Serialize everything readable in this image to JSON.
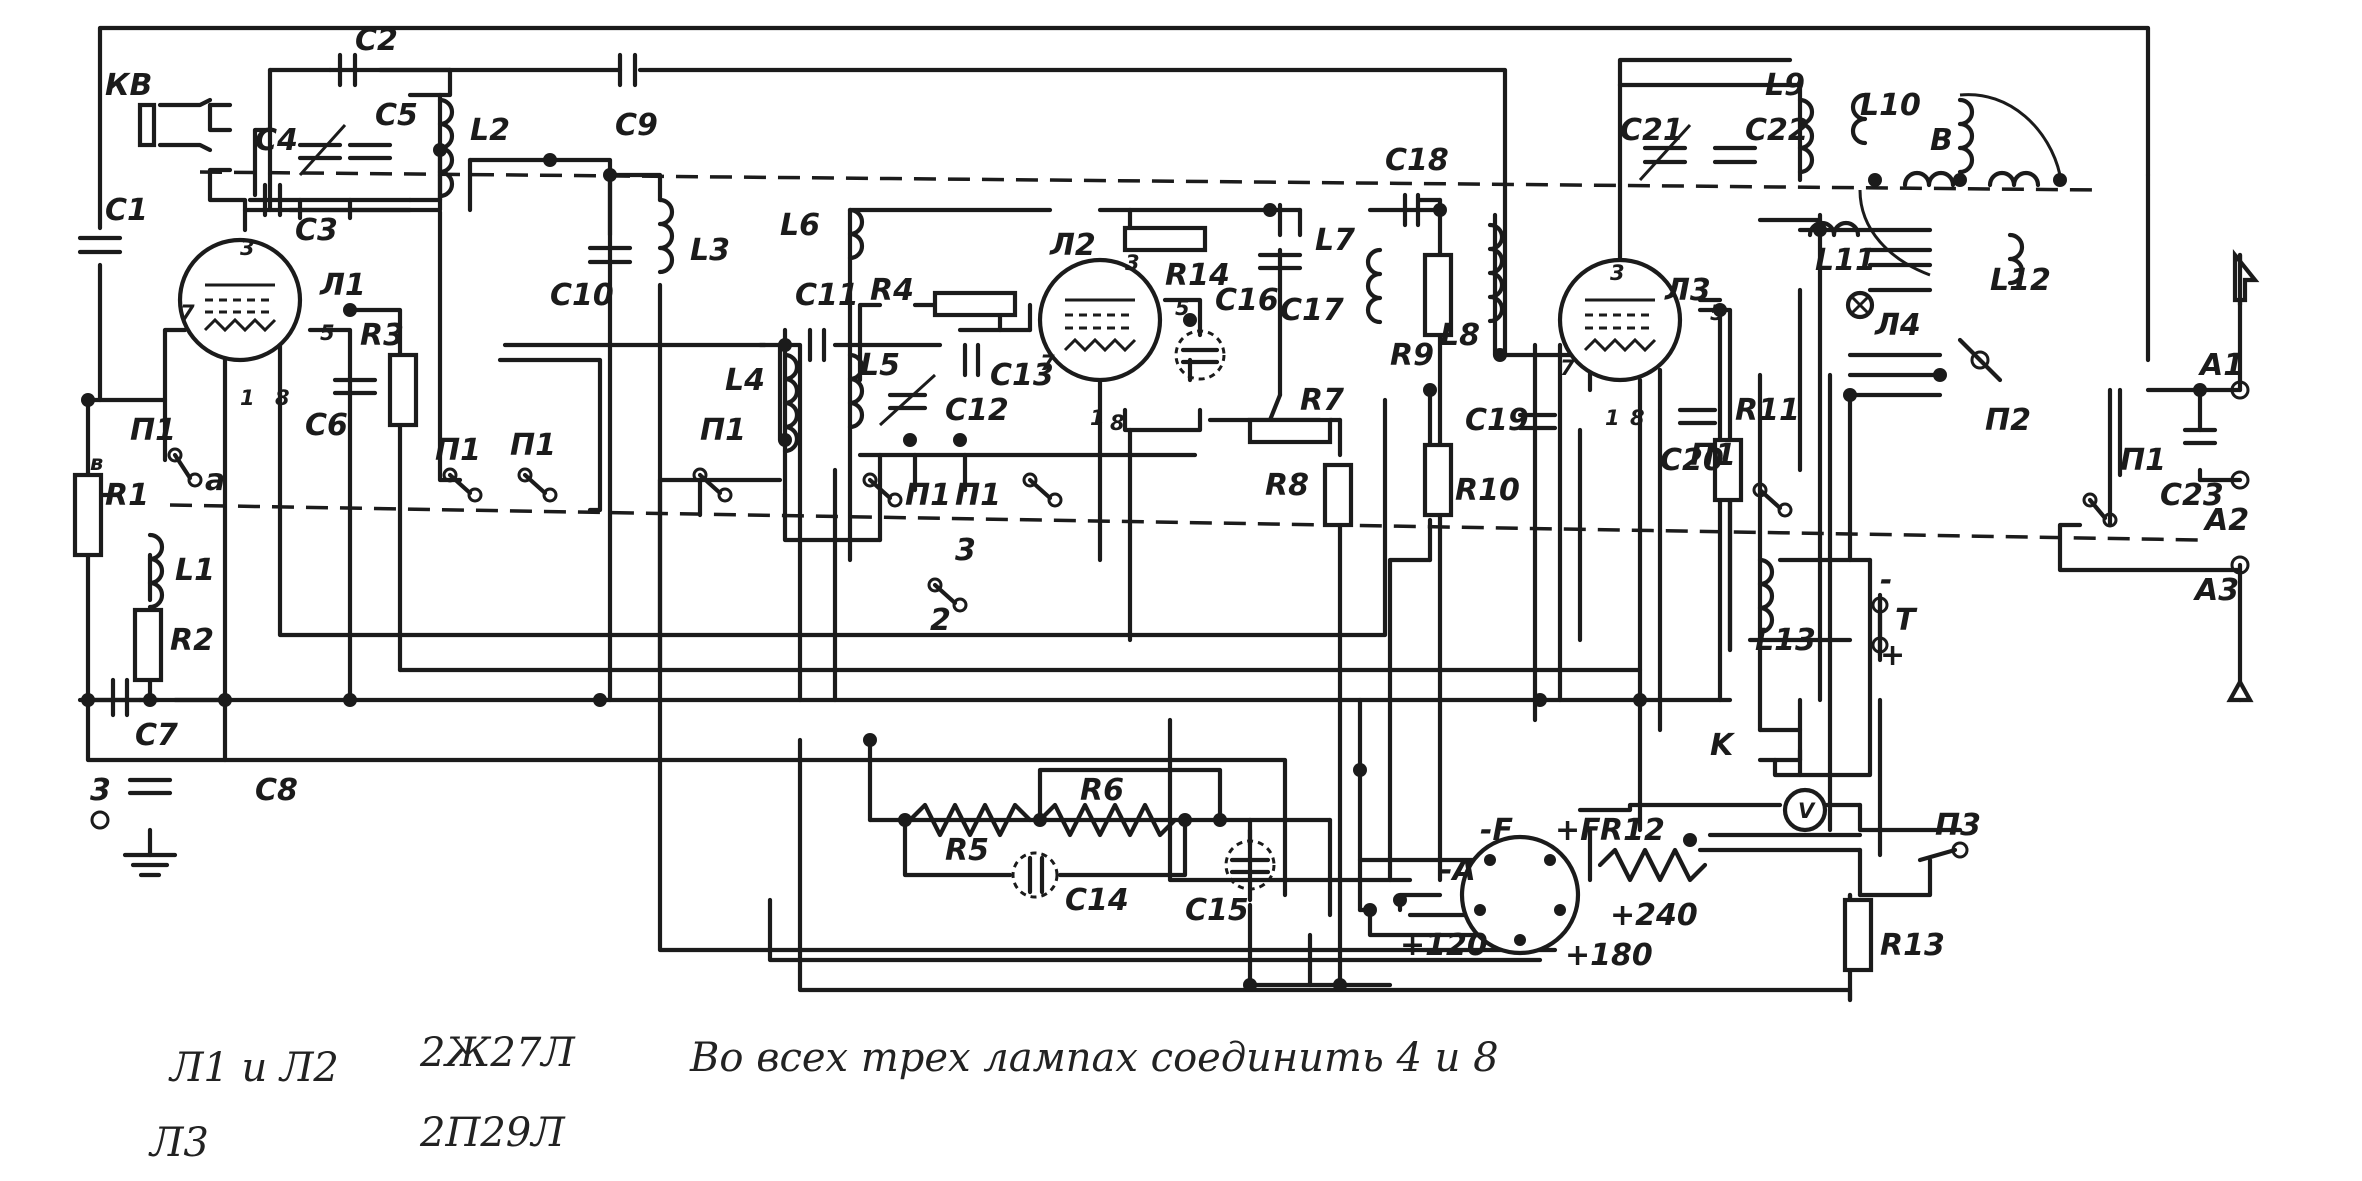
{
  "diagram": {
    "type": "radio receiver circuit schematic",
    "ink_color": "#1b1b1b",
    "paper_color": "#ffffff",
    "labels": {
      "kv": "КВ",
      "C1": "C1",
      "C2": "C2",
      "C3": "C3",
      "C4": "C4",
      "C5": "C5",
      "C6": "C6",
      "C7": "C7",
      "C8": "C8",
      "C9": "C9",
      "C10": "C10",
      "C11": "C11",
      "C12": "C12",
      "C13": "C13",
      "C14": "C14",
      "C15": "C15",
      "C16": "C16",
      "C17": "C17",
      "C18": "C18",
      "C19": "C19",
      "C20": "C20",
      "C21": "C21",
      "C22": "C22",
      "C23": "C23",
      "L1": "L1",
      "L2": "L2",
      "L3": "L3",
      "L4": "L4",
      "L5": "L5",
      "L6": "L6",
      "L7": "L7",
      "L8": "L8",
      "L9": "L9",
      "L10": "L10",
      "L11": "L11",
      "L12": "L12",
      "L13": "L13",
      "R1": "R1",
      "R2": "R2",
      "R3": "R3",
      "R4": "R4",
      "R5": "R5",
      "R6": "R6",
      "R7": "R7",
      "R8": "R8",
      "R9": "R9",
      "R10": "R10",
      "R11": "R11",
      "R12": "R12",
      "R13": "R13",
      "R14": "R14",
      "lamp1": "Л1",
      "lamp2": "Л2",
      "lamp3": "Л3",
      "lamp4": "Л4",
      "sw1": "П1",
      "sw2": "П2",
      "sw3": "П3",
      "B": "B",
      "T": "T",
      "K": "K",
      "V": "V",
      "A1": "A1",
      "A2": "A2",
      "A3": "A3",
      "ground": "3",
      "pin_a": "a",
      "pin_b": "в",
      "pos2": "2",
      "pos3": "3",
      "pin1": "1",
      "pin3": "3",
      "pin5": "5",
      "pin7": "7",
      "pin8": "8",
      "minus": "-",
      "plus": "+",
      "F_minus": "-F",
      "F_plus": "+F",
      "A_minus": "-A",
      "v240": "+240",
      "v180": "+180",
      "v120": "+120"
    }
  },
  "notes": {
    "line1_left": "Л1 и Л2",
    "line1_mid": "2Ж27Л",
    "line1_right": "Во всех трех лампах соединить 4 и 8",
    "line2_left": "Л3",
    "line2_mid": "2П29Л"
  }
}
